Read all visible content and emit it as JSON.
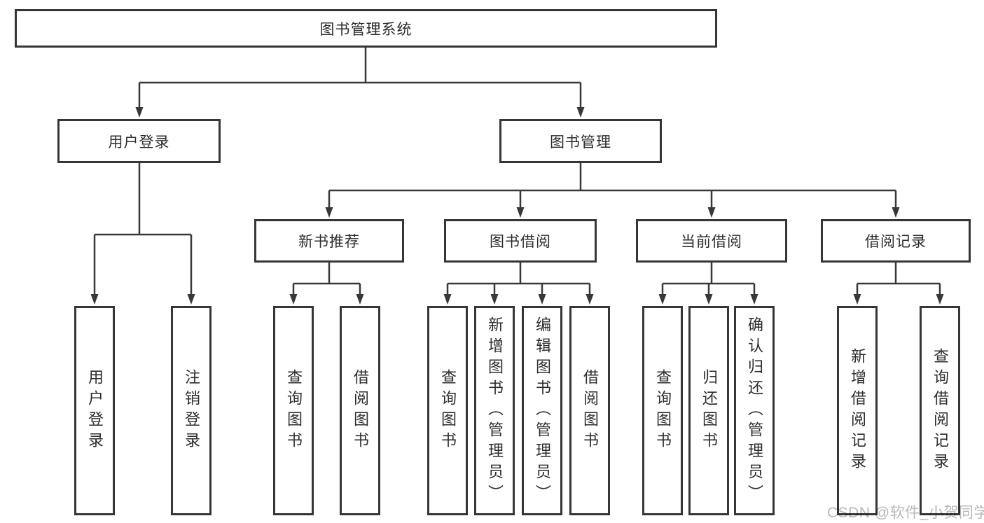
{
  "root": {
    "label": "图书管理系统"
  },
  "login": {
    "label": "用户登录",
    "children": [
      {
        "label": "用户登录"
      },
      {
        "label": "注销登录"
      }
    ]
  },
  "management": {
    "label": "图书管理"
  },
  "sections": [
    {
      "label": "新书推荐",
      "children": [
        {
          "label": "查询图书"
        },
        {
          "label": "借阅图书"
        }
      ]
    },
    {
      "label": "图书借阅",
      "children": [
        {
          "label": "查询图书"
        },
        {
          "label": "新增图书（管理员）"
        },
        {
          "label": "编辑图书（管理员）"
        },
        {
          "label": "借阅图书"
        }
      ]
    },
    {
      "label": "当前借阅",
      "children": [
        {
          "label": "查询图书"
        },
        {
          "label": "归还图书"
        },
        {
          "label": "确认归还（管理员）"
        }
      ]
    },
    {
      "label": "借阅记录",
      "children": [
        {
          "label": "新增借阅记录"
        },
        {
          "label": "查询借阅记录"
        }
      ]
    }
  ],
  "watermark": {
    "text": "CSDN @软件_小贺同学"
  },
  "colors": {
    "line": "#383838",
    "box_border": "#363636",
    "text": "#2d2d2d",
    "watermark": "#b5b5b5",
    "background": "#ffffff"
  }
}
